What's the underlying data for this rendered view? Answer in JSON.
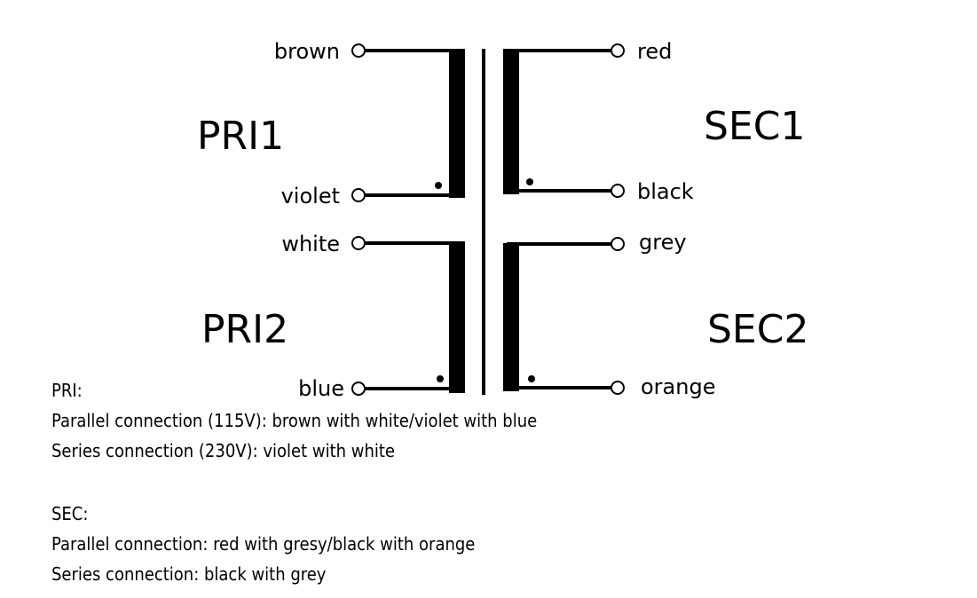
{
  "windings": {
    "pri1": {
      "name": "PRI1",
      "top": "brown",
      "bottom": "violet"
    },
    "pri2": {
      "name": "PRI2",
      "top": "white",
      "bottom": "blue"
    },
    "sec1": {
      "name": "SEC1",
      "top": "red",
      "bottom": "black"
    },
    "sec2": {
      "name": "SEC2",
      "top": "grey",
      "bottom": "orange"
    }
  },
  "notes": {
    "pri": {
      "heading": "PRI:",
      "parallel": "Parallel connection (115V): brown with white/violet with blue",
      "series": "Series connection (230V): violet with white"
    },
    "sec": {
      "heading": "SEC:",
      "parallel": "Parallel connection: red with gresy/black with orange",
      "series": "Series connection: black with grey"
    }
  }
}
